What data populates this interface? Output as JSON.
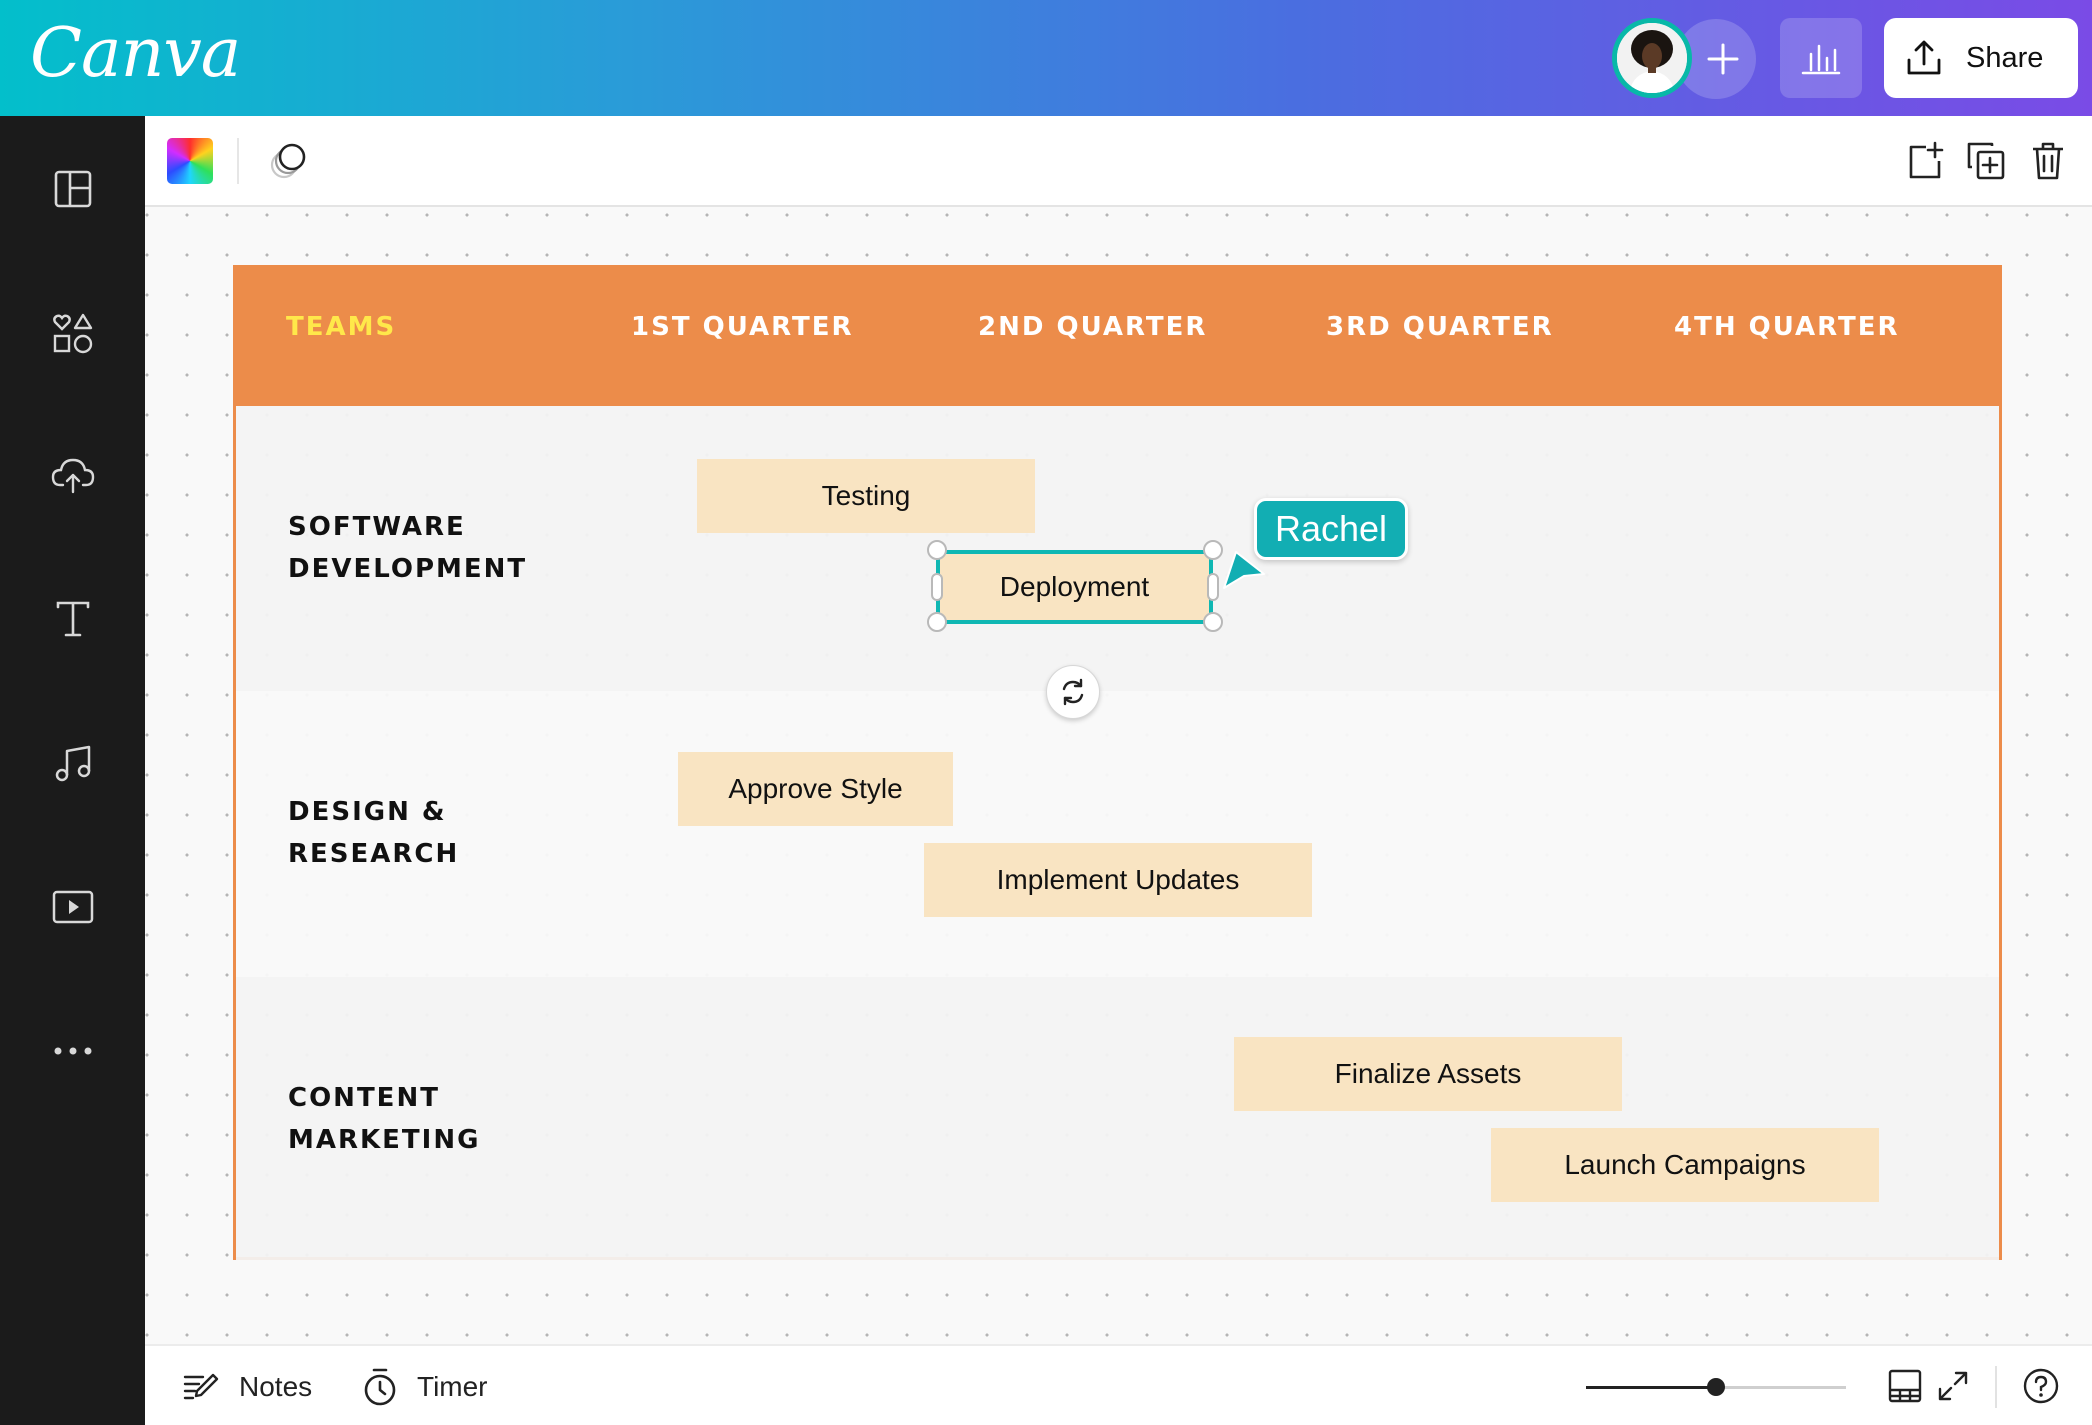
{
  "app": {
    "logo_text": "Canva",
    "share_label": "Share",
    "header_gradient": [
      "#03bfcb",
      "#4a6ee0",
      "#7a4be6"
    ]
  },
  "rail": {
    "items": [
      {
        "name": "templates",
        "icon": "layout-icon"
      },
      {
        "name": "elements",
        "icon": "shapes-icon"
      },
      {
        "name": "uploads",
        "icon": "cloud-upload-icon"
      },
      {
        "name": "text",
        "icon": "text-icon"
      },
      {
        "name": "audio",
        "icon": "music-note-icon"
      },
      {
        "name": "videos",
        "icon": "video-icon"
      },
      {
        "name": "more",
        "icon": "more-dots-icon"
      }
    ]
  },
  "board": {
    "header_color": "#ec8c4a",
    "columns": [
      "TEAMS",
      "1ST QUARTER",
      "2ND QUARTER",
      "3RD QUARTER",
      "4TH QUARTER"
    ],
    "teams": [
      {
        "label": "SOFTWARE\nDEVELOPMENT",
        "tasks": [
          "Testing",
          "Deployment"
        ]
      },
      {
        "label": "DESIGN &\nRESEARCH",
        "tasks": [
          "Approve Style",
          "Implement Updates"
        ]
      },
      {
        "label": "CONTENT\nMARKETING",
        "tasks": [
          "Finalize Assets",
          "Launch Campaigns"
        ]
      }
    ],
    "selected_task": "Deployment",
    "task_color": "#f9e4c2",
    "selection_color": "#0fb7b3"
  },
  "collaborator": {
    "name": "Rachel",
    "color": "#12aeb3"
  },
  "bottombar": {
    "notes_label": "Notes",
    "timer_label": "Timer",
    "zoom_fraction": 0.5
  }
}
